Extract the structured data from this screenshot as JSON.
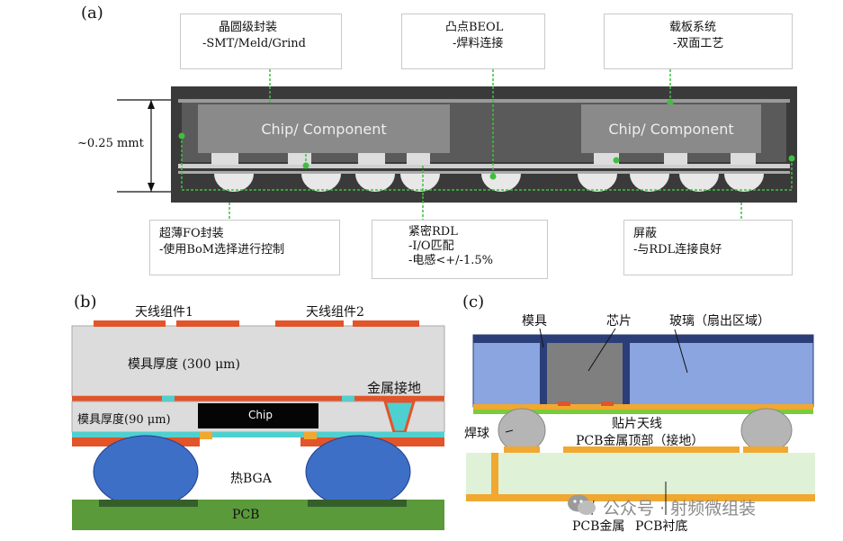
{
  "panel_a": {
    "label": "(a)",
    "callout_top_left": {
      "line1": "晶圆级封装",
      "line2": "-SMT/Meld/Grind"
    },
    "callout_top_mid": {
      "line1": "凸点BEOL",
      "line2": "-焊料连接"
    },
    "callout_top_right": {
      "line1": "载板系统",
      "line2": "-双面工艺"
    },
    "callout_bot_left": {
      "line1": "超薄FO封装",
      "line2": "-使用BoM选择进行控制"
    },
    "callout_bot_mid": {
      "line1": "紧密RDL",
      "line2": "-I/O匹配",
      "line3": "-电感<+/-1.5%"
    },
    "callout_bot_right": {
      "line1": "屏蔽",
      "line2": "-与RDL连接良好"
    },
    "thickness_label": "~0.25 mmt",
    "chip_left": "Chip/ Component",
    "chip_right": "Chip/ Component"
  },
  "panel_b": {
    "label": "(b)",
    "antenna1": "天线组件1",
    "antenna2": "天线组件2",
    "mold_thick": "模具厚度 (300 μm)",
    "metal_ground": "金属接地",
    "mold_thin": "模具厚度(90 μm)",
    "chip": "Chip",
    "bga": "热BGA",
    "pcb": "PCB"
  },
  "panel_c": {
    "label": "(c)",
    "mold": "模具",
    "die": "芯片",
    "glass": "玻璃（扇出区域）",
    "patch_antenna": "贴片天线",
    "solder_ball": "焊球",
    "pcb_top": "PCB金属顶部（接地）",
    "pcb_metal": "PCB金属",
    "pcb_substrate": "PCB衬底"
  },
  "watermark": "公众号 · 射频微组装",
  "colors": {
    "orange": "#e2542a",
    "cyan": "#4fd0d0",
    "bga_blue": "#3e6fc7",
    "pcb_green": "#5a9a3a",
    "mold_gray": "#d8d8d8",
    "glass_blue": "#8aa5e0",
    "navy": "#2b3e78",
    "gold": "#f0a830",
    "pale_green": "#dff2d8"
  },
  "icons": [
    "wechat-icon"
  ]
}
